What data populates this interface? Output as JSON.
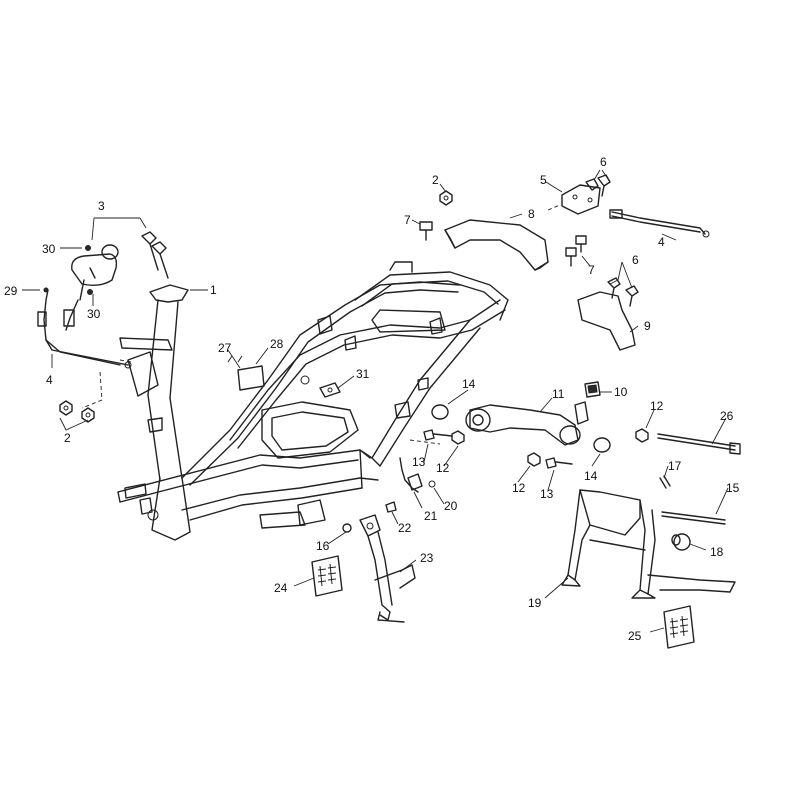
{
  "callouts": {
    "c1": "1",
    "c2a": "2",
    "c2b": "2",
    "c3": "3",
    "c4a": "4",
    "c4b": "4",
    "c5": "5",
    "c6a": "6",
    "c6b": "6",
    "c7a": "7",
    "c7b": "7",
    "c8": "8",
    "c9": "9",
    "c10": "10",
    "c11": "11",
    "c12a": "12",
    "c12b": "12",
    "c12c": "12",
    "c13a": "13",
    "c13b": "13",
    "c14a": "14",
    "c14b": "14",
    "c15": "15",
    "c16": "16",
    "c17": "17",
    "c18": "18",
    "c19": "19",
    "c20": "20",
    "c21": "21",
    "c22": "22",
    "c23": "23",
    "c24": "24",
    "c25": "25",
    "c26": "26",
    "c27": "27",
    "c28": "28",
    "c29": "29",
    "c30a": "30",
    "c30b": "30",
    "c31": "31"
  }
}
